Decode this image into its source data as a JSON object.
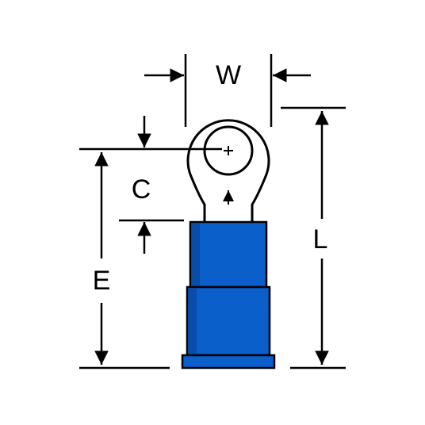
{
  "labels": {
    "width": "W",
    "center": "C",
    "length": "L",
    "e_dim": "E"
  },
  "colors": {
    "line": "#000000",
    "insulation": "#0a5fcb",
    "insulation_dark": "#063f8f",
    "background": "#ffffff"
  }
}
